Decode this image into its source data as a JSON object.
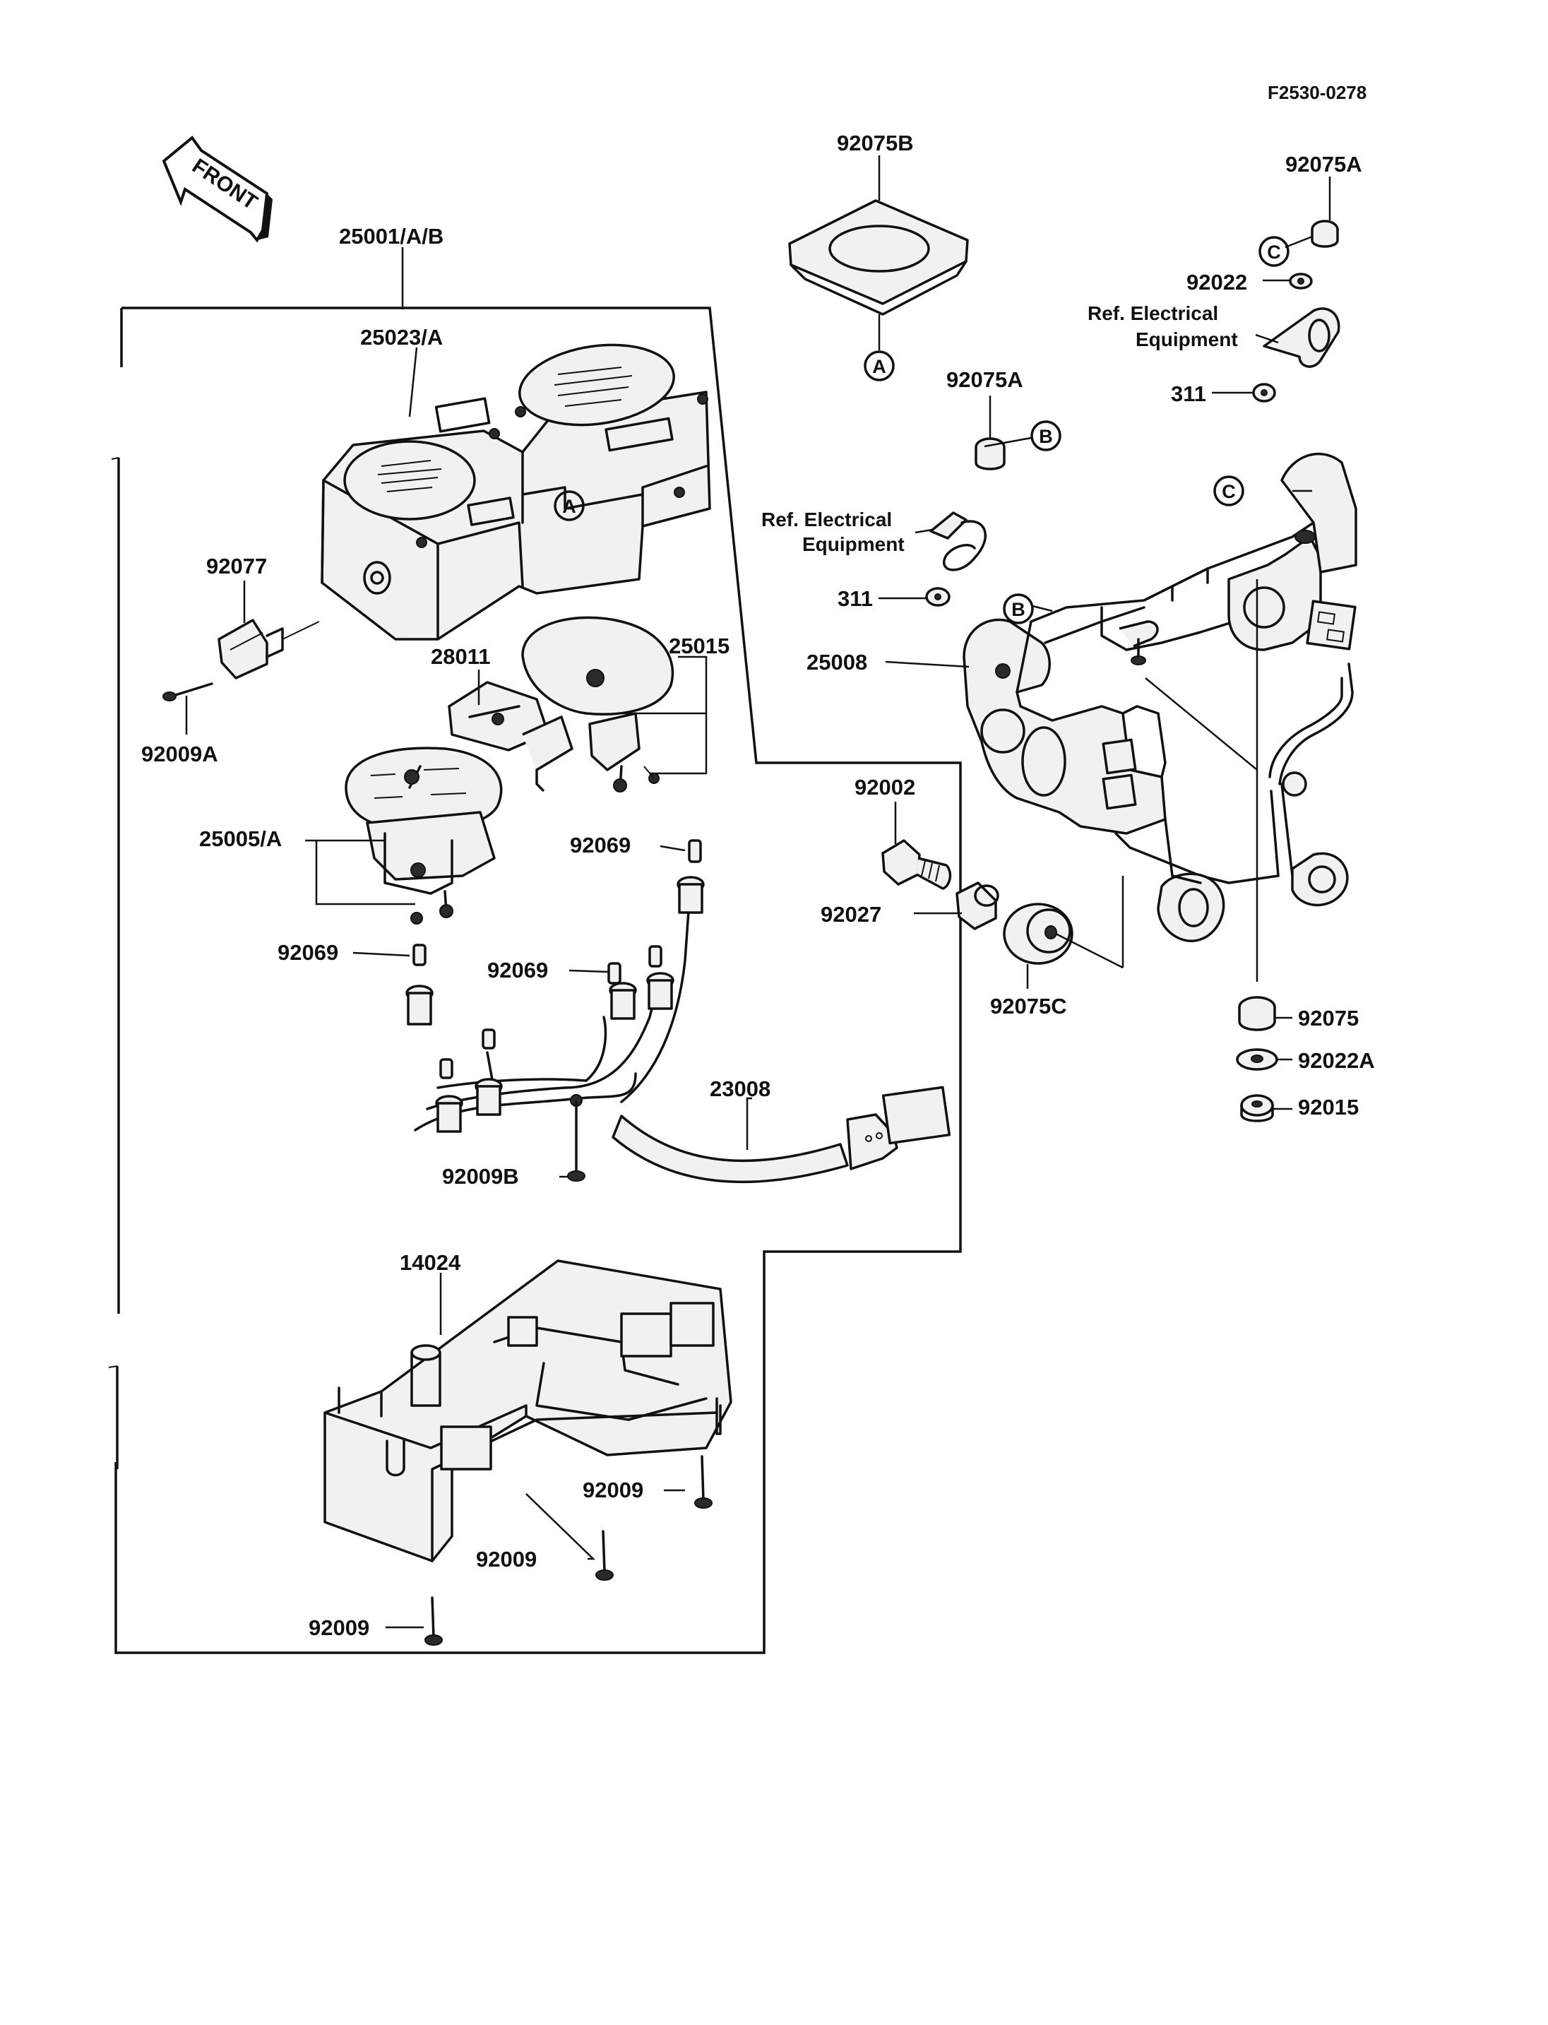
{
  "diagram_code": "F2530-0278",
  "direction_label": "FRONT",
  "labels": {
    "p25001": "25001/A/B",
    "p25023": "25023/A",
    "p92077": "92077",
    "p92009A": "92009A",
    "p28011": "28011",
    "p25015": "25015",
    "p25005": "25005/A",
    "p92069_a": "92069",
    "p92069_b": "92069",
    "p92069_c": "92069",
    "p23008": "23008",
    "p92009B": "92009B",
    "p14024": "14024",
    "p92009_a": "92009",
    "p92009_b": "92009",
    "p92009_c": "92009",
    "p92075B": "92075B",
    "p92075A_top": "92075A",
    "p92022": "92022",
    "p311_top": "311",
    "p92075A_mid": "92075A",
    "p311_mid": "311",
    "p25008": "25008",
    "p92002": "92002",
    "p92027": "92027",
    "p92075C": "92075C",
    "p92075": "92075",
    "p92022A": "92022A",
    "p92015": "92015"
  },
  "references": {
    "top_line1": "Ref. Electrical",
    "top_line2": "Equipment",
    "mid_line1": "Ref. Electrical",
    "mid_line2": "Equipment"
  },
  "callouts": {
    "A_on_meter": "A",
    "A_under_92075B": "A",
    "B_near_92075A": "B",
    "B_on_bracket": "B",
    "C_near_92075A": "C",
    "C_on_bracket": "C"
  }
}
